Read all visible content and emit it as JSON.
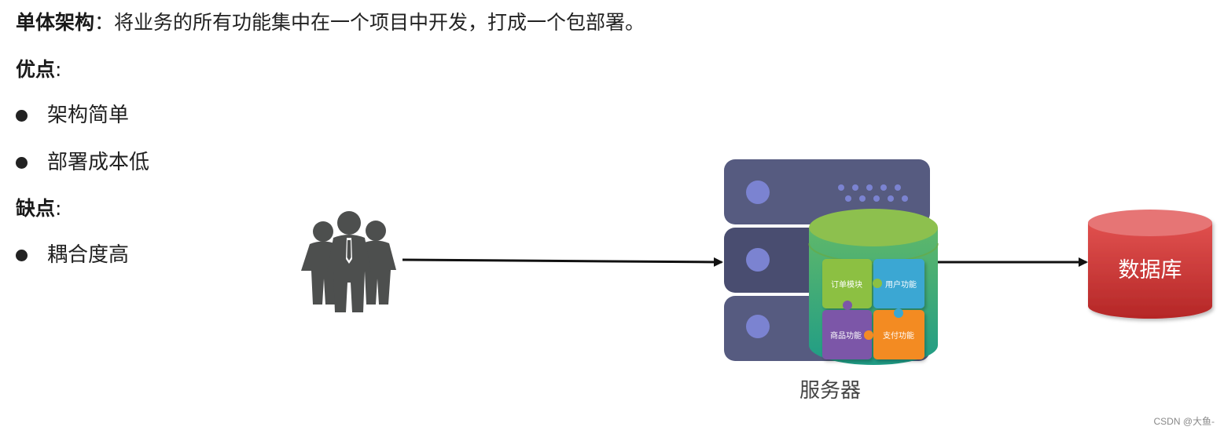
{
  "monolith": {
    "term": "单体架构",
    "definition": "：将业务的所有功能集中在一个项目中开发，打成一个包部署。"
  },
  "pros": {
    "heading": "优点",
    "colon": ":",
    "items": [
      "架构简单",
      "部署成本低"
    ]
  },
  "cons": {
    "heading": "缺点",
    "colon": ":",
    "items": [
      "耦合度高"
    ]
  },
  "diagram": {
    "server_label": "服务器",
    "database_label": "数据库",
    "modules": [
      "订单模块",
      "用户功能",
      "商品功能",
      "支付功能"
    ],
    "colors": {
      "server_dark": "#4b5073",
      "server_mid": "#565b80",
      "server_light_dot": "#7b83d1",
      "cylinder_top": "#8dc04e",
      "cylinder_body": "#2aa886",
      "module_green": "#8cc043",
      "module_blue": "#3aa7d3",
      "module_purple": "#7c57a8",
      "module_orange": "#f38b24",
      "db_red": "#d63a3a",
      "people": "#4d4f4e",
      "arrow": "#111111"
    },
    "icons": [
      "people-group-icon",
      "server-rack-icon",
      "database-cylinder-icon"
    ]
  },
  "watermark": "CSDN @大鱼-"
}
